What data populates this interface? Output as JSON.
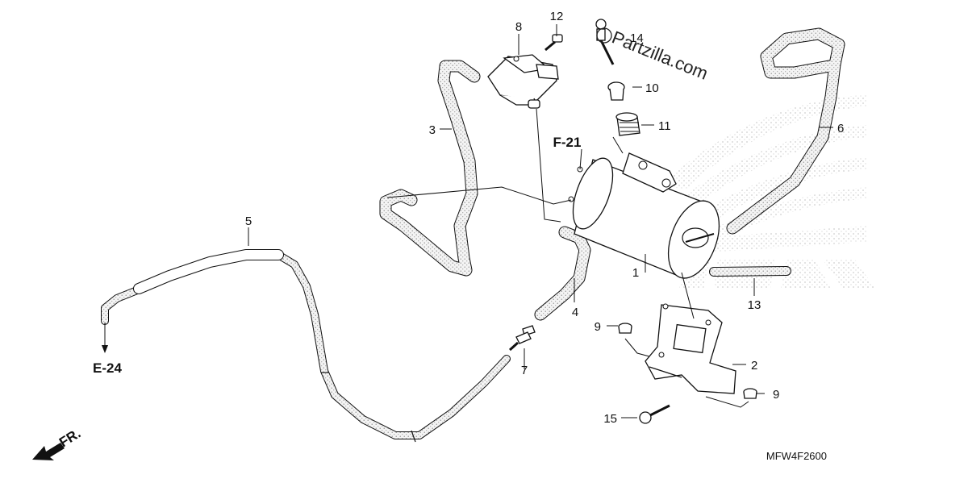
{
  "diagram": {
    "callouts": {
      "n1": "1",
      "n2": "2",
      "n3": "3",
      "n4": "4",
      "n5": "5",
      "n6": "6",
      "n7": "7",
      "n8": "8",
      "n9a": "9",
      "n9b": "9",
      "n10": "10",
      "n11": "11",
      "n12": "12",
      "n13": "13",
      "n14": "14",
      "n15": "15"
    },
    "refs": {
      "f21": "F-21",
      "e24": "E-24"
    },
    "direction": "FR.",
    "watermark": "Partzilla.com",
    "drawing_code": "MFW4F2600"
  },
  "colors": {
    "hose_fill": "#f2f2f2",
    "stipple": "#9a9a9a",
    "ink": "#111111",
    "logo": "#d8d8d8"
  }
}
